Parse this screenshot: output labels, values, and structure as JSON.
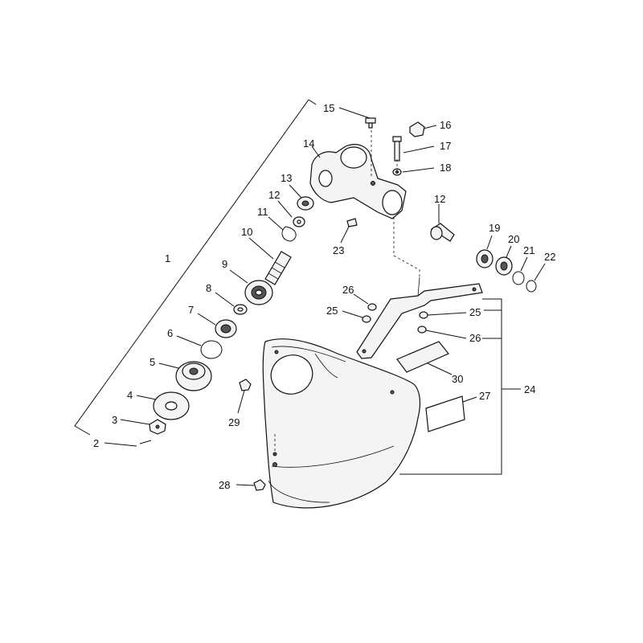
{
  "labels": {
    "l1": "1",
    "l2": "2",
    "l3": "3",
    "l4": "4",
    "l5": "5",
    "l6": "6",
    "l7": "7",
    "l8": "8",
    "l9": "9",
    "l10": "10",
    "l11": "11",
    "l12a": "12",
    "l12b": "12",
    "l13": "13",
    "l14": "14",
    "l15": "15",
    "l16": "16",
    "l17": "17",
    "l18": "18",
    "l19": "19",
    "l20": "20",
    "l21": "21",
    "l22": "22",
    "l23": "23",
    "l24": "24",
    "l25a": "25",
    "l25b": "25",
    "l26a": "26",
    "l26b": "26",
    "l27": "27",
    "l28": "28",
    "l29": "29",
    "l30": "30"
  }
}
